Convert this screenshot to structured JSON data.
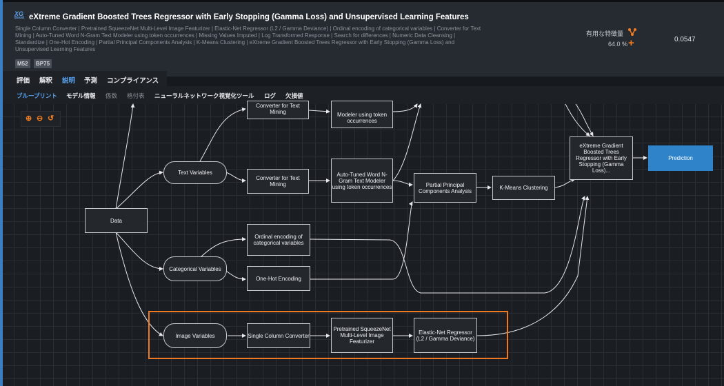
{
  "header": {
    "logo_text": "XG",
    "logo_sub": "Boost",
    "title": "eXtreme Gradient Boosted Trees Regressor with Early Stopping (Gamma Loss) and Unsupervised Learning Features",
    "description": "Single Column Converter | Pretrained SqueezeNet Multi-Level Image Featurizer | Elastic-Net Regressor (L2 / Gamma Deviance) | Ordinal encoding of categorical variables | Converter for Text Mining | Auto-Tuned Word N-Gram Text Modeler using token occurrences | Missing Values Imputed | Log Transformed Response | Search for differences | Numeric Data Cleansing | Standardize | One-Hot Encoding | Partial Principal Components Analysis | K-Means Clustering | eXtreme Gradient Boosted Trees Regressor with Early Stopping (Gamma Loss) and Unsupervised Learning Features",
    "tags": [
      "M52",
      "BP75"
    ],
    "feature_label": "有用な特徴量",
    "feature_pct": "64.0 %",
    "score": "0.0547"
  },
  "nav": {
    "items": [
      "評価",
      "解釈",
      "説明",
      "予測",
      "コンプライアンス"
    ],
    "active_index": 2
  },
  "tabs": {
    "items": [
      "ブループリント",
      "モデル情報",
      "係数",
      "格付表",
      "ニューラルネットワーク視覚化ツール",
      "ログ",
      "欠損値"
    ],
    "active_index": 0
  },
  "zoom": {
    "zoom_in": "zoom-in-icon",
    "zoom_out": "zoom-out-icon",
    "reset": "reset-icon"
  },
  "colors": {
    "accent": "#f57c1f",
    "active": "#5aa3ef",
    "prediction": "#2f83c9",
    "highlight": "#f07a22"
  },
  "blueprint": {
    "data": "Data",
    "text_variables": "Text Variables",
    "categorical_variables": "Categorical Variables",
    "image_variables": "Image Variables",
    "converter_text_top": "Converter for Text Mining",
    "token_top": "Modeler using token occurrences",
    "converter_text": "Converter for Text Mining",
    "ngram": "Auto-Tuned Word N-Gram Text Modeler using token occurrences",
    "ppca": "Partial Principal Components Analysis",
    "kmeans": "K-Means Clustering",
    "xgb": "eXtreme Gradient Boosted Trees Regressor with Early Stopping (Gamma Loss)...",
    "prediction": "Prediction",
    "ordinal": "Ordinal encoding of categorical variables",
    "onehot": "One-Hot Encoding",
    "single_col": "Single Column Converter",
    "squeezenet": "Pretrained SqueezeNet Multi-Level Image Featurizer",
    "elasticnet": "Elastic-Net Regressor (L2 / Gamma Deviance)"
  }
}
